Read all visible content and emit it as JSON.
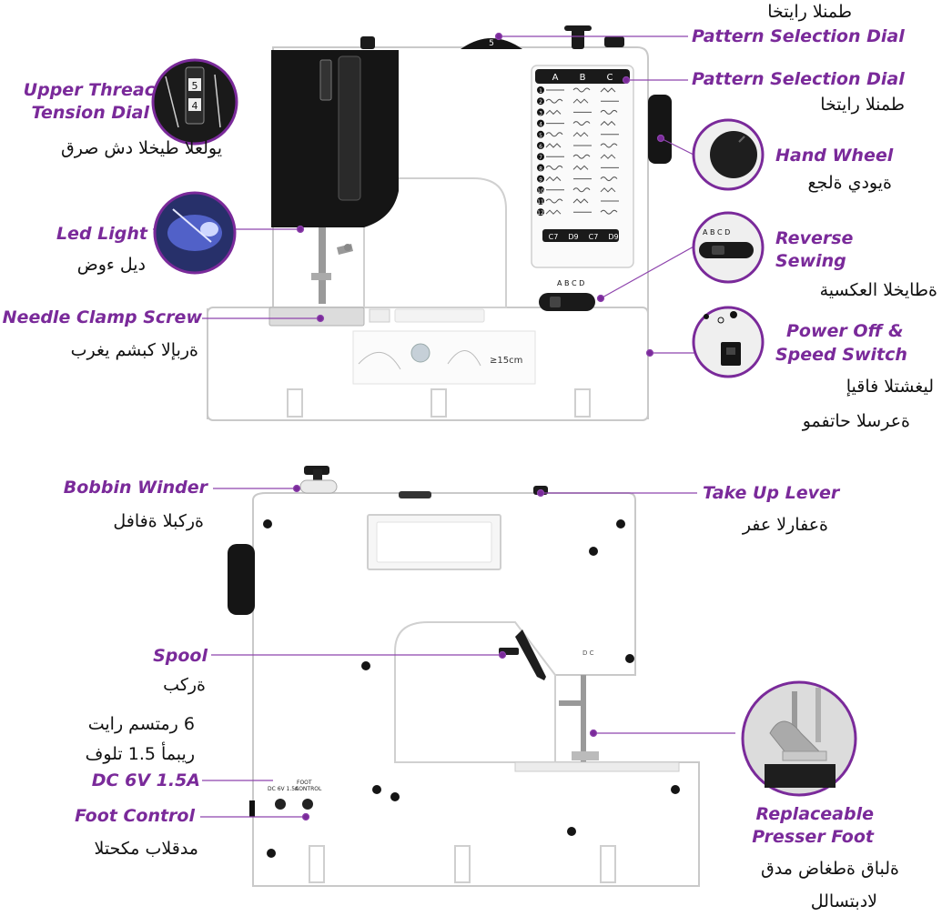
{
  "colors": {
    "accent": "#7a2a9a",
    "text": "#111111",
    "machine_black": "#111111",
    "machine_white": "#ffffff"
  },
  "labels": {
    "pattern_dial_top": {
      "en": "Pattern Selection Dial",
      "ar": "طمنلا رايتخا"
    },
    "pattern_dial_right": {
      "en": "Pattern Selection Dial",
      "ar": "طمنلا رايتخا"
    },
    "upper_tension": {
      "en_line1": "Upper Threac",
      "en_line2": "Tension Dial",
      "ar": "يولعلا طيخلا دش صرق"
    },
    "hand_wheel": {
      "en": "Hand Wheel",
      "ar": "ةيودي ةلجع"
    },
    "led_light": {
      "en": "Led Light",
      "ar": "ديل ءوض"
    },
    "reverse": {
      "en_line1": "Reverse",
      "en_line2": "Sewing",
      "ar": "ةطايخلا العكسية"
    },
    "needle_clamp": {
      "en": "Needle Clamp Screw",
      "ar": "ةربإلا كبشم يغرب"
    },
    "power": {
      "en_line1": "Power Off &",
      "en_line2": "Speed Switch",
      "ar_line1": "ليغشتلا فاقيإ",
      "ar_line2": "ةعرسلا حاتفمو"
    },
    "bobbin": {
      "en": "Bobbin Winder",
      "ar": "ةركبلا ةفافل"
    },
    "take_up": {
      "en": "Take Up Lever",
      "ar": "ةعفارلا عفر"
    },
    "spool": {
      "en": "Spool",
      "ar": "ةركب"
    },
    "dc": {
      "line1": "6 رمتسم رايت",
      "line2": "ريبمأ 1.5 تلوف",
      "en": "DC 6V 1.5A"
    },
    "foot_control": {
      "en": "Foot Control",
      "ar": "مدقلاب مكحتلا"
    },
    "presser": {
      "en_line1": "Replaceable",
      "en_line2": "Presser Foot",
      "ar_line1": "ةلباق ةطغاض مدق",
      "ar_line2": "لادبتسالل"
    }
  },
  "machine": {
    "dial_number": "5",
    "panel_columns": [
      "A",
      "B",
      "C"
    ],
    "pattern_numbers": [
      "1",
      "2",
      "3",
      "4",
      "5",
      "6",
      "7",
      "8",
      "9",
      "10",
      "11",
      "12"
    ],
    "panel_codes": [
      "C7",
      "D9",
      "C7",
      "D9"
    ],
    "reverse_positions": "A B C D",
    "tension_digits": [
      "5",
      "4"
    ],
    "warning_text_1": "≥15cm",
    "rear_port_dc": "DC 6V 1.5A",
    "rear_port_foot_1": "FOOT",
    "rear_port_foot_2": "CONTROL",
    "rear_mark": "D C"
  }
}
